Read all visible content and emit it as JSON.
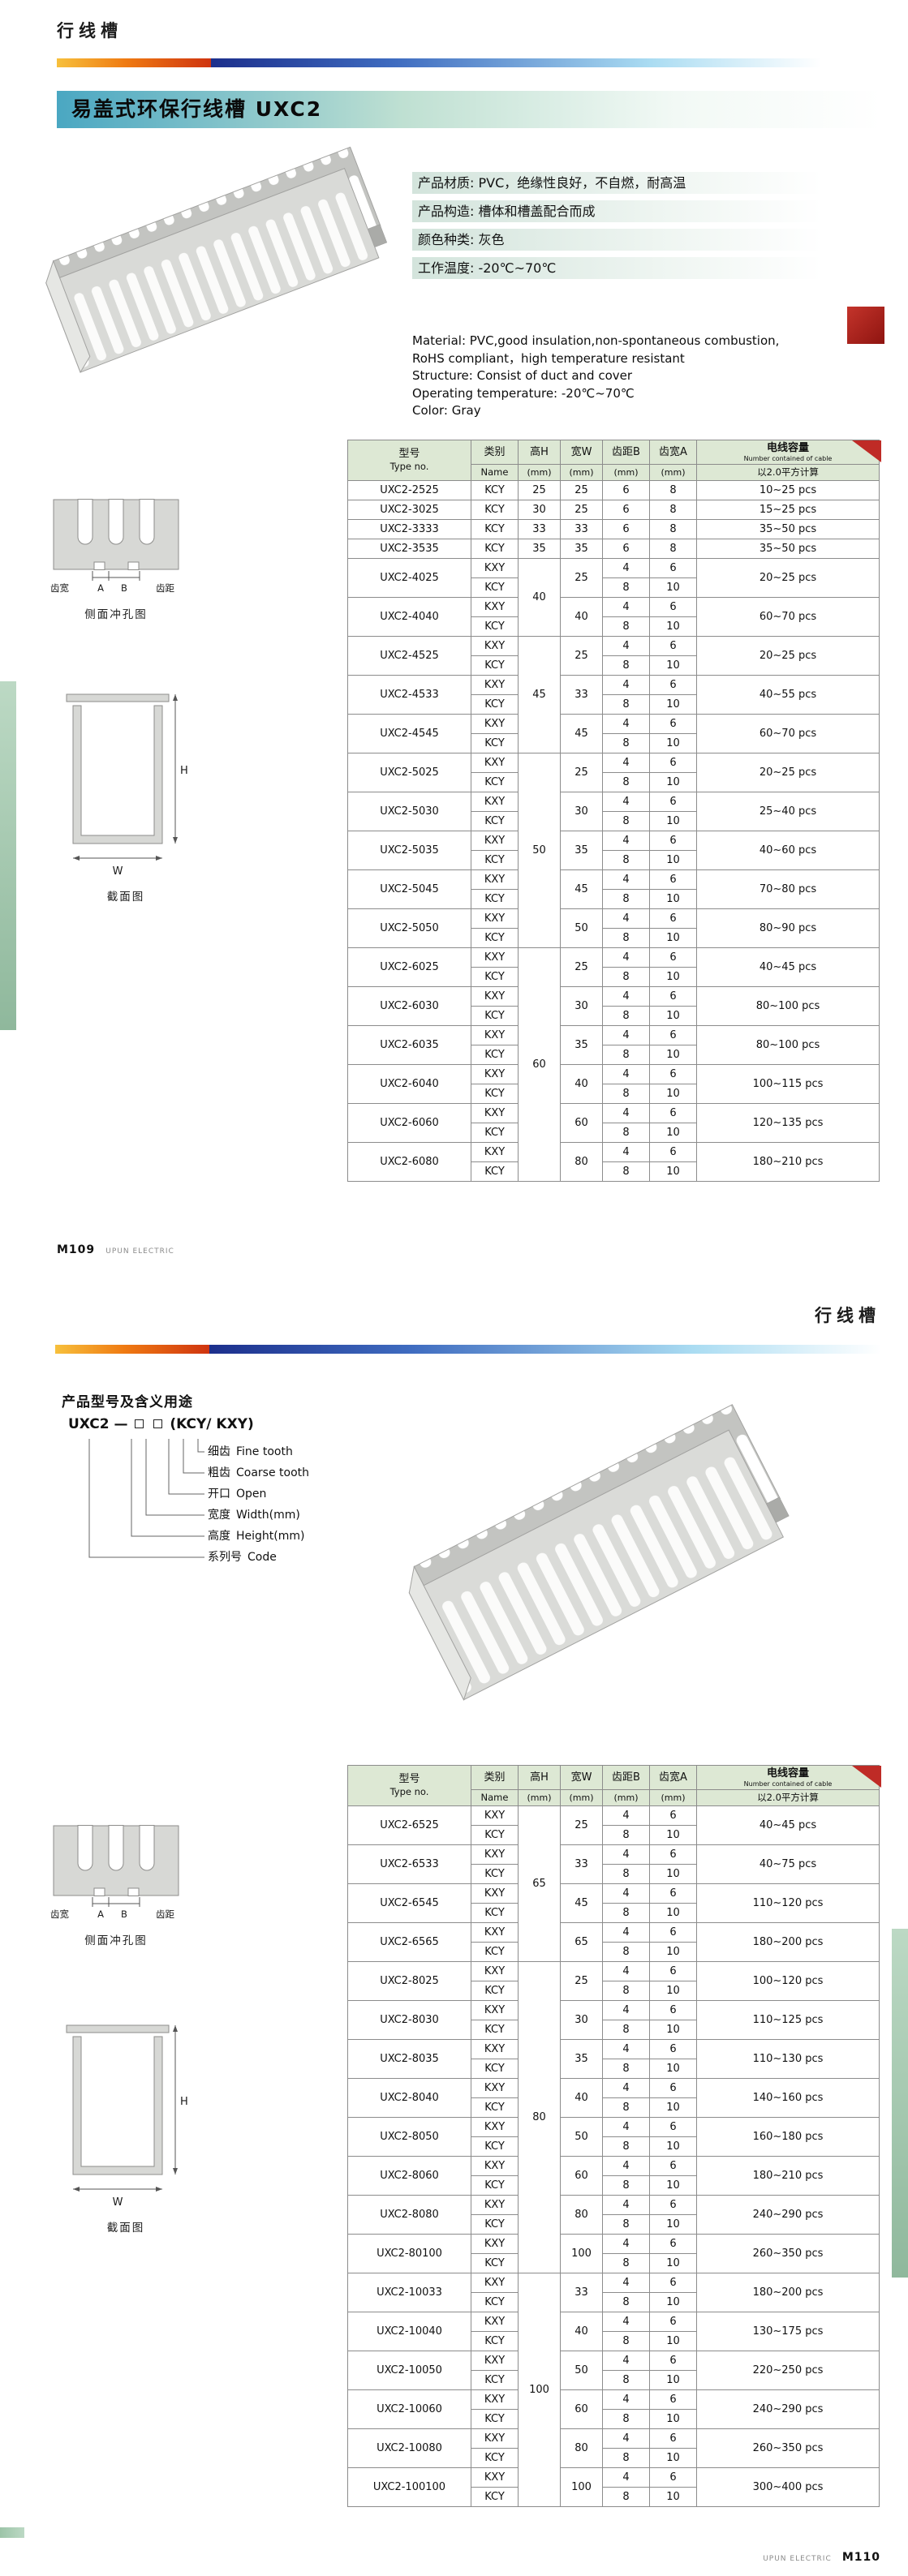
{
  "colors": {
    "accent_orange": "#ef7a12",
    "accent_blue": "#1c2f8c",
    "title_teal": "#4aa7c2",
    "table_header_green": "#dde8d4",
    "flag_red": "#bf2b26",
    "edge_tab_green": "#9cc4a8",
    "product_gray": "#c3c4c1"
  },
  "drawings": {
    "tooth_width_label": "齿宽",
    "dim_a": "A",
    "dim_b": "B",
    "tooth_pitch_label": "齿距",
    "punch_caption": "侧面冲孔图",
    "dim_h": "H",
    "dim_w": "W",
    "section_caption": "截面图"
  },
  "table_headers": {
    "type_cn": "型号",
    "type_en": "Type no.",
    "name_cn": "类别",
    "name_en": "Name",
    "h": "高H",
    "w": "宽W",
    "b": "齿距B",
    "a": "齿宽A",
    "mm": "(mm)",
    "capacity_cn": "电线容量",
    "capacity_en": "Number contained of cable",
    "capacity_note": "以2.0平方计算"
  },
  "page1": {
    "category_label": "行线槽",
    "title": "易盖式环保行线槽 UXC2",
    "specs_cn": [
      "产品材质: PVC，绝缘性良好，不自燃，耐高温",
      "产品构造: 槽体和槽盖配合而成",
      "颜色种类: 灰色",
      "工作温度: -20℃~70℃"
    ],
    "specs_en": [
      "Material:  PVC,good insulation,non-spontaneous combustion,",
      "RoHS compliant，high temperature resistant",
      "Structure:  Consist of duct and cover",
      "Operating temperature:  -20℃~70℃",
      "Color:  Gray"
    ],
    "footer_page": "M109",
    "footer_brand": "UPUN ELECTRIC",
    "table": {
      "groups": [
        {
          "h": "25",
          "models": [
            {
              "type": "UXC2-2525",
              "w": "25",
              "cap": "10~25 pcs",
              "vars": [
                [
                  "KCY",
                  "6",
                  "8"
                ]
              ]
            }
          ]
        },
        {
          "h": "30",
          "models": [
            {
              "type": "UXC2-3025",
              "w": "25",
              "cap": "15~25 pcs",
              "vars": [
                [
                  "KCY",
                  "6",
                  "8"
                ]
              ]
            }
          ]
        },
        {
          "h": "33",
          "models": [
            {
              "type": "UXC2-3333",
              "w": "33",
              "cap": "35~50 pcs",
              "vars": [
                [
                  "KCY",
                  "6",
                  "8"
                ]
              ]
            }
          ]
        },
        {
          "h": "35",
          "models": [
            {
              "type": "UXC2-3535",
              "w": "35",
              "cap": "35~50 pcs",
              "vars": [
                [
                  "KCY",
                  "6",
                  "8"
                ]
              ]
            }
          ]
        },
        {
          "h": "40",
          "models": [
            {
              "type": "UXC2-4025",
              "w": "25",
              "cap": "20~25 pcs",
              "vars": [
                [
                  "KXY",
                  "4",
                  "6"
                ],
                [
                  "KCY",
                  "8",
                  "10"
                ]
              ]
            },
            {
              "type": "UXC2-4040",
              "w": "40",
              "cap": "60~70 pcs",
              "vars": [
                [
                  "KXY",
                  "4",
                  "6"
                ],
                [
                  "KCY",
                  "8",
                  "10"
                ]
              ]
            }
          ]
        },
        {
          "h": "45",
          "models": [
            {
              "type": "UXC2-4525",
              "w": "25",
              "cap": "20~25 pcs",
              "vars": [
                [
                  "KXY",
                  "4",
                  "6"
                ],
                [
                  "KCY",
                  "8",
                  "10"
                ]
              ]
            },
            {
              "type": "UXC2-4533",
              "w": "33",
              "cap": "40~55 pcs",
              "vars": [
                [
                  "KXY",
                  "4",
                  "6"
                ],
                [
                  "KCY",
                  "8",
                  "10"
                ]
              ]
            },
            {
              "type": "UXC2-4545",
              "w": "45",
              "cap": "60~70 pcs",
              "vars": [
                [
                  "KXY",
                  "4",
                  "6"
                ],
                [
                  "KCY",
                  "8",
                  "10"
                ]
              ]
            }
          ]
        },
        {
          "h": "50",
          "models": [
            {
              "type": "UXC2-5025",
              "w": "25",
              "cap": "20~25 pcs",
              "vars": [
                [
                  "KXY",
                  "4",
                  "6"
                ],
                [
                  "KCY",
                  "8",
                  "10"
                ]
              ]
            },
            {
              "type": "UXC2-5030",
              "w": "30",
              "cap": "25~40 pcs",
              "vars": [
                [
                  "KXY",
                  "4",
                  "6"
                ],
                [
                  "KCY",
                  "8",
                  "10"
                ]
              ]
            },
            {
              "type": "UXC2-5035",
              "w": "35",
              "cap": "40~60 pcs",
              "vars": [
                [
                  "KXY",
                  "4",
                  "6"
                ],
                [
                  "KCY",
                  "8",
                  "10"
                ]
              ]
            },
            {
              "type": "UXC2-5045",
              "w": "45",
              "cap": "70~80 pcs",
              "vars": [
                [
                  "KXY",
                  "4",
                  "6"
                ],
                [
                  "KCY",
                  "8",
                  "10"
                ]
              ]
            },
            {
              "type": "UXC2-5050",
              "w": "50",
              "cap": "80~90 pcs",
              "vars": [
                [
                  "KXY",
                  "4",
                  "6"
                ],
                [
                  "KCY",
                  "8",
                  "10"
                ]
              ]
            }
          ]
        },
        {
          "h": "60",
          "models": [
            {
              "type": "UXC2-6025",
              "w": "25",
              "cap": "40~45 pcs",
              "vars": [
                [
                  "KXY",
                  "4",
                  "6"
                ],
                [
                  "KCY",
                  "8",
                  "10"
                ]
              ]
            },
            {
              "type": "UXC2-6030",
              "w": "30",
              "cap": "80~100 pcs",
              "vars": [
                [
                  "KXY",
                  "4",
                  "6"
                ],
                [
                  "KCY",
                  "8",
                  "10"
                ]
              ]
            },
            {
              "type": "UXC2-6035",
              "w": "35",
              "cap": "80~100 pcs",
              "vars": [
                [
                  "KXY",
                  "4",
                  "6"
                ],
                [
                  "KCY",
                  "8",
                  "10"
                ]
              ]
            },
            {
              "type": "UXC2-6040",
              "w": "40",
              "cap": "100~115 pcs",
              "vars": [
                [
                  "KXY",
                  "4",
                  "6"
                ],
                [
                  "KCY",
                  "8",
                  "10"
                ]
              ]
            },
            {
              "type": "UXC2-6060",
              "w": "60",
              "cap": "120~135 pcs",
              "vars": [
                [
                  "KXY",
                  "4",
                  "6"
                ],
                [
                  "KCY",
                  "8",
                  "10"
                ]
              ]
            },
            {
              "type": "UXC2-6080",
              "w": "80",
              "cap": "180~210 pcs",
              "vars": [
                [
                  "KXY",
                  "4",
                  "6"
                ],
                [
                  "KCY",
                  "8",
                  "10"
                ]
              ]
            }
          ]
        }
      ]
    }
  },
  "page2": {
    "category_label": "行线槽",
    "section_title": "产品型号及含义用途",
    "model_code": {
      "prefix": "UXC2",
      "dash": "—",
      "suffix": "(KCY/ KXY)"
    },
    "code_labels": [
      {
        "cn": "细齿",
        "en": "Fine tooth"
      },
      {
        "cn": "粗齿",
        "en": "Coarse tooth"
      },
      {
        "cn": "开口",
        "en": "Open"
      },
      {
        "cn": "宽度",
        "en": "Width(mm)"
      },
      {
        "cn": "高度",
        "en": "Height(mm)"
      },
      {
        "cn": "系列号",
        "en": "Code"
      }
    ],
    "footer_brand": "UPUN ELECTRIC",
    "footer_page": "M110",
    "table": {
      "groups": [
        {
          "h": "65",
          "models": [
            {
              "type": "UXC2-6525",
              "w": "25",
              "cap": "40~45 pcs",
              "vars": [
                [
                  "KXY",
                  "4",
                  "6"
                ],
                [
                  "KCY",
                  "8",
                  "10"
                ]
              ]
            },
            {
              "type": "UXC2-6533",
              "w": "33",
              "cap": "40~75 pcs",
              "vars": [
                [
                  "KXY",
                  "4",
                  "6"
                ],
                [
                  "KCY",
                  "8",
                  "10"
                ]
              ]
            },
            {
              "type": "UXC2-6545",
              "w": "45",
              "cap": "110~120 pcs",
              "vars": [
                [
                  "KXY",
                  "4",
                  "6"
                ],
                [
                  "KCY",
                  "8",
                  "10"
                ]
              ]
            },
            {
              "type": "UXC2-6565",
              "w": "65",
              "cap": "180~200 pcs",
              "vars": [
                [
                  "KXY",
                  "4",
                  "6"
                ],
                [
                  "KCY",
                  "8",
                  "10"
                ]
              ]
            }
          ]
        },
        {
          "h": "80",
          "models": [
            {
              "type": "UXC2-8025",
              "w": "25",
              "cap": "100~120 pcs",
              "vars": [
                [
                  "KXY",
                  "4",
                  "6"
                ],
                [
                  "KCY",
                  "8",
                  "10"
                ]
              ]
            },
            {
              "type": "UXC2-8030",
              "w": "30",
              "cap": "110~125 pcs",
              "vars": [
                [
                  "KXY",
                  "4",
                  "6"
                ],
                [
                  "KCY",
                  "8",
                  "10"
                ]
              ]
            },
            {
              "type": "UXC2-8035",
              "w": "35",
              "cap": "110~130 pcs",
              "vars": [
                [
                  "KXY",
                  "4",
                  "6"
                ],
                [
                  "KCY",
                  "8",
                  "10"
                ]
              ]
            },
            {
              "type": "UXC2-8040",
              "w": "40",
              "cap": "140~160 pcs",
              "vars": [
                [
                  "KXY",
                  "4",
                  "6"
                ],
                [
                  "KCY",
                  "8",
                  "10"
                ]
              ]
            },
            {
              "type": "UXC2-8050",
              "w": "50",
              "cap": "160~180 pcs",
              "vars": [
                [
                  "KXY",
                  "4",
                  "6"
                ],
                [
                  "KCY",
                  "8",
                  "10"
                ]
              ]
            },
            {
              "type": "UXC2-8060",
              "w": "60",
              "cap": "180~210 pcs",
              "vars": [
                [
                  "KXY",
                  "4",
                  "6"
                ],
                [
                  "KCY",
                  "8",
                  "10"
                ]
              ]
            },
            {
              "type": "UXC2-8080",
              "w": "80",
              "cap": "240~290 pcs",
              "vars": [
                [
                  "KXY",
                  "4",
                  "6"
                ],
                [
                  "KCY",
                  "8",
                  "10"
                ]
              ]
            },
            {
              "type": "UXC2-80100",
              "w": "100",
              "cap": "260~350 pcs",
              "vars": [
                [
                  "KXY",
                  "4",
                  "6"
                ],
                [
                  "KCY",
                  "8",
                  "10"
                ]
              ]
            }
          ]
        },
        {
          "h": "100",
          "models": [
            {
              "type": "UXC2-10033",
              "w": "33",
              "cap": "180~200 pcs",
              "vars": [
                [
                  "KXY",
                  "4",
                  "6"
                ],
                [
                  "KCY",
                  "8",
                  "10"
                ]
              ]
            },
            {
              "type": "UXC2-10040",
              "w": "40",
              "cap": "130~175 pcs",
              "vars": [
                [
                  "KXY",
                  "4",
                  "6"
                ],
                [
                  "KCY",
                  "8",
                  "10"
                ]
              ]
            },
            {
              "type": "UXC2-10050",
              "w": "50",
              "cap": "220~250 pcs",
              "vars": [
                [
                  "KXY",
                  "4",
                  "6"
                ],
                [
                  "KCY",
                  "8",
                  "10"
                ]
              ]
            },
            {
              "type": "UXC2-10060",
              "w": "60",
              "cap": "240~290 pcs",
              "vars": [
                [
                  "KXY",
                  "4",
                  "6"
                ],
                [
                  "KCY",
                  "8",
                  "10"
                ]
              ]
            },
            {
              "type": "UXC2-10080",
              "w": "80",
              "cap": "260~350 pcs",
              "vars": [
                [
                  "KXY",
                  "4",
                  "6"
                ],
                [
                  "KCY",
                  "8",
                  "10"
                ]
              ]
            },
            {
              "type": "UXC2-100100",
              "w": "100",
              "cap": "300~400 pcs",
              "vars": [
                [
                  "KXY",
                  "4",
                  "6"
                ],
                [
                  "KCY",
                  "8",
                  "10"
                ]
              ]
            }
          ]
        }
      ]
    }
  }
}
